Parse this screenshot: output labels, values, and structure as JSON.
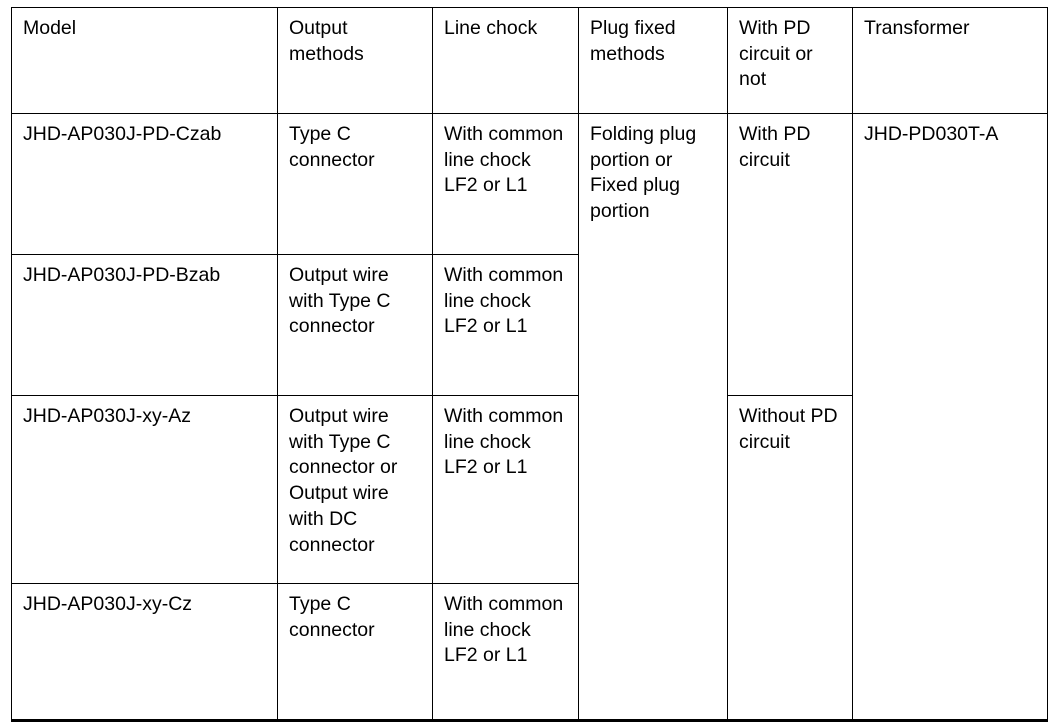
{
  "table": {
    "columns": [
      {
        "key": "model",
        "label": "Model"
      },
      {
        "key": "output",
        "label": "Output methods"
      },
      {
        "key": "chock",
        "label": "Line chock"
      },
      {
        "key": "plug",
        "label": "Plug fixed methods"
      },
      {
        "key": "pd",
        "label": "With PD circuit or not"
      },
      {
        "key": "transformer",
        "label": "Transformer"
      }
    ],
    "rows": [
      {
        "model": "JHD-AP030J-PD-Czab",
        "output": "Type C connector",
        "chock": "With common line chock LF2 or L1"
      },
      {
        "model": "JHD-AP030J-PD-Bzab",
        "output": "Output wire with Type C connector",
        "chock": "With common line chock LF2 or L1"
      },
      {
        "model": "JHD-AP030J-xy-Az",
        "output": "Output wire with Type C connector or Output wire with DC connector",
        "chock": "With common line chock LF2 or L1"
      },
      {
        "model": "JHD-AP030J-xy-Cz",
        "output": "Type C connector",
        "chock": "With common line chock LF2 or L1"
      }
    ],
    "merged": {
      "plug_fixed_methods": "Folding plug portion or Fixed plug portion",
      "pd_with": "With PD circuit",
      "pd_without": "Without PD circuit",
      "transformer": "JHD-PD030T-A"
    }
  },
  "colors": {
    "border": "#000000",
    "text": "#000000",
    "background": "#ffffff"
  }
}
